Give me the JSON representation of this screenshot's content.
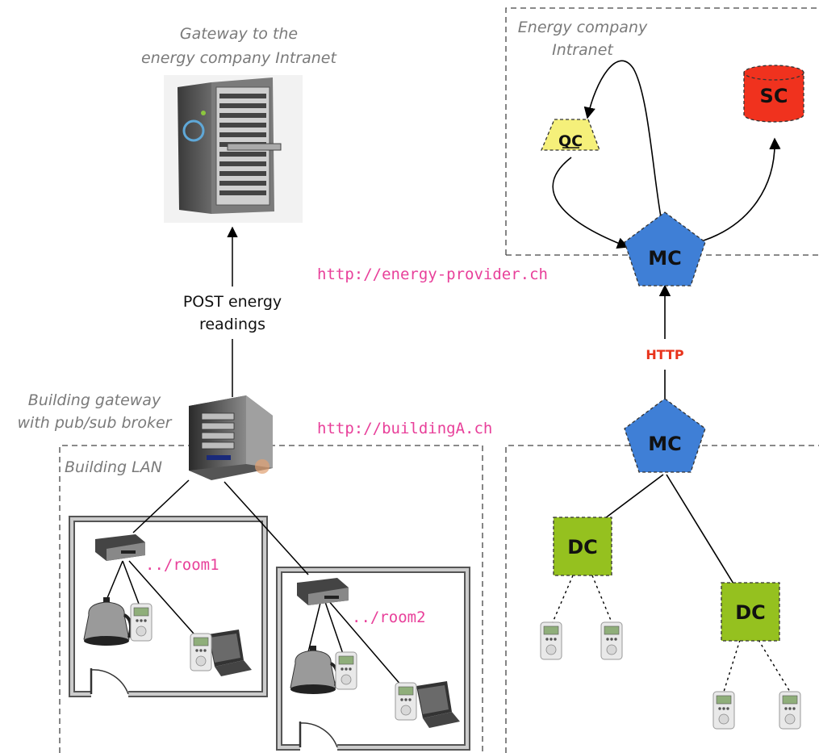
{
  "labels": {
    "gateway_caption_line1": "Gateway to the",
    "gateway_caption_line2": "energy company Intranet",
    "energy_intranet_line1": "Energy company",
    "energy_intranet_line2": "Intranet",
    "post_line1": "POST energy",
    "post_line2": "readings",
    "building_gateway_line1": "Building gateway",
    "building_gateway_line2": "with pub/sub broker",
    "building_lan": "Building LAN",
    "url_provider": "http://energy-provider.ch",
    "url_building": "http://buildingA.ch",
    "url_room1": "../room1",
    "url_room2": "../room2",
    "http": "HTTP"
  },
  "nodes": {
    "qc": "QC",
    "sc": "SC",
    "mc_top": "MC",
    "mc_bottom": "MC",
    "dc_left": "DC",
    "dc_right": "DC"
  },
  "colors": {
    "qc": "#f5f07a",
    "sc": "#f0321e",
    "mc": "#3f7fd6",
    "dc": "#95c11f",
    "url": "#e8409a",
    "http": "#e8341c"
  }
}
